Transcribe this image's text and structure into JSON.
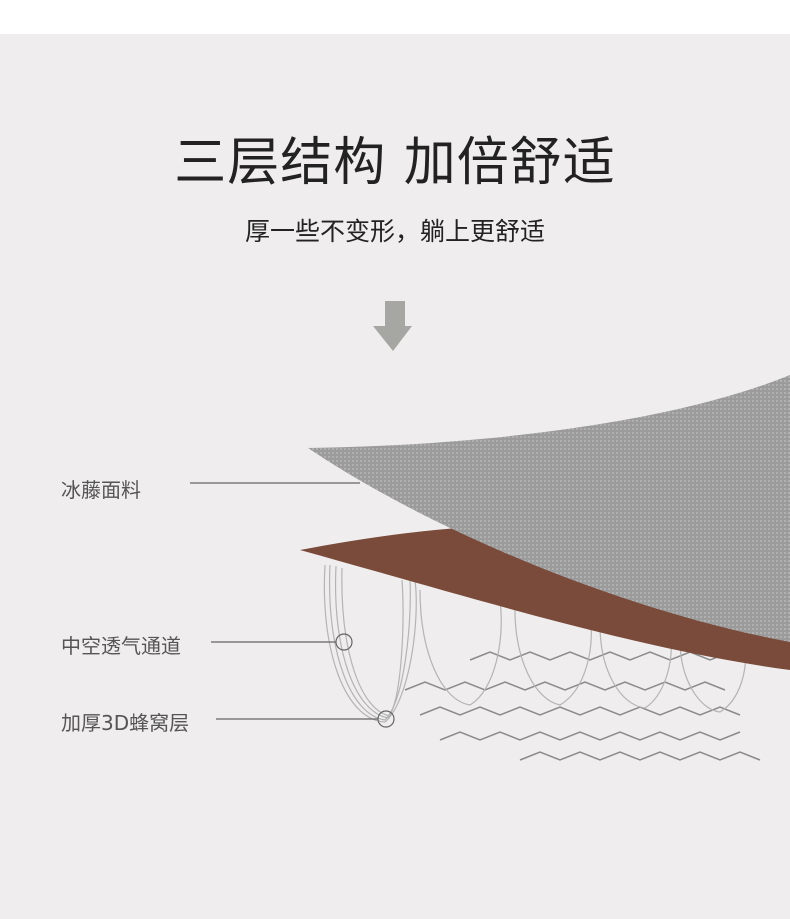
{
  "header": {
    "title": "三层结构 加倍舒适",
    "subtitle": "厚一些不变形，躺上更舒适"
  },
  "layers": [
    {
      "label": "冰藤面料"
    },
    {
      "label": "中空透气通道"
    },
    {
      "label": "加厚3D蜂窝层"
    }
  ],
  "colors": {
    "background": "#efedee",
    "fabric": "#9a9a9a",
    "brown_layer": "#7a4a3a",
    "arrow": "#a6a6a2"
  }
}
